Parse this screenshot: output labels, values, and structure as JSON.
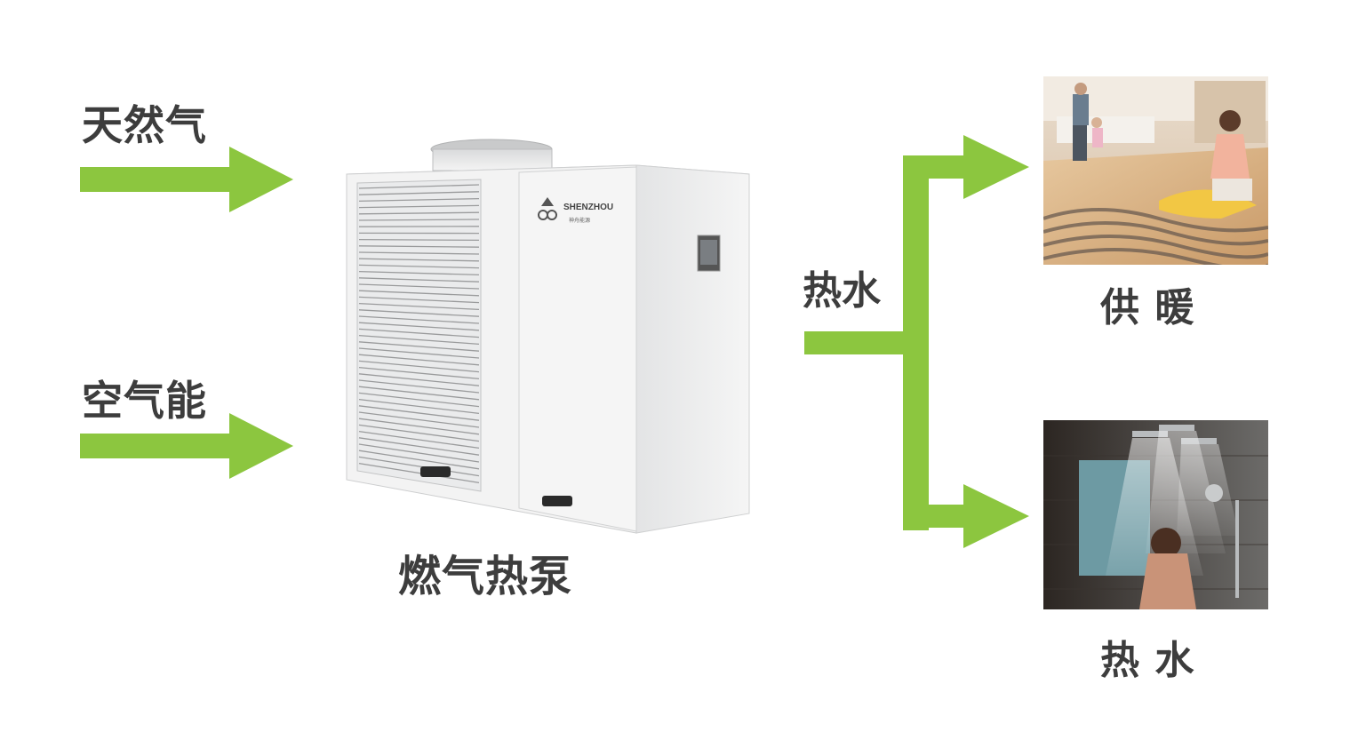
{
  "colors": {
    "accent_green": "#8cc63f",
    "text": "#3d3d3d",
    "unit_body": "#f1f2f2"
  },
  "inputs": {
    "natural_gas": "天然气",
    "air_energy": "空气能"
  },
  "product": {
    "name": "燃气热泵",
    "brand": "SHENZHOU",
    "brand_cn": "神舟能源"
  },
  "output": {
    "label": "热水"
  },
  "uses": {
    "heating": "供 暖",
    "hot_water": "热 水"
  },
  "icons": {
    "brand_logo": "shenzhou-logo-icon",
    "arrow": "arrow-right-icon"
  }
}
